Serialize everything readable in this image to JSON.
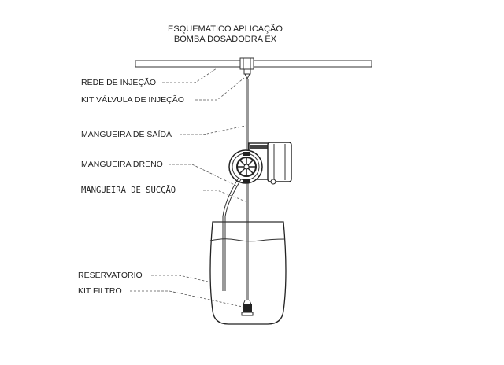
{
  "title": {
    "line1": "ESQUEMATICO APLICAÇÃO",
    "line2": "BOMBA DOSADODRA EX"
  },
  "labels": {
    "rede": "REDE DE INJEÇÃO",
    "kit_valvula": "KIT VÁLVULA DE INJEÇÃO",
    "saida": "MANGUEIRA DE SAÍDA",
    "dreno": "MANGUEIRA DRENO",
    "succao": "MANGUEIRA DE SUCÇÃO",
    "reservatorio": "RESERVATÓRIO",
    "kit_filtro": "KIT FILTRO"
  }
}
